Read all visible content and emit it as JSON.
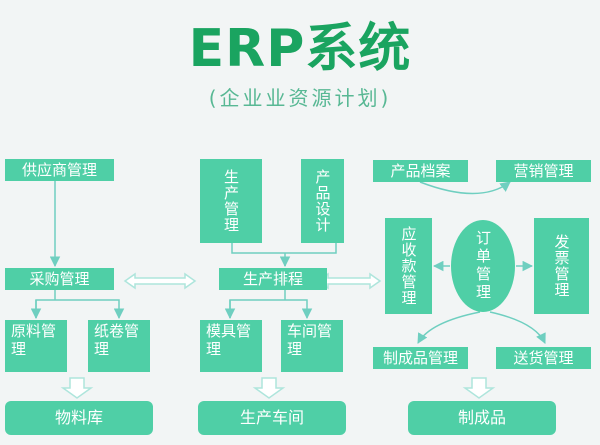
{
  "header": {
    "title": "ERP系统",
    "subtitle": "(企业业资源计划)"
  },
  "nodes": {
    "supplier_mgmt": "供应商管理",
    "purchase_mgmt": "采购管理",
    "raw_material_mgmt": "原料管理",
    "paper_roll_mgmt": "纸卷管理",
    "material_warehouse": "物料库",
    "production_mgmt": "生产管理",
    "product_design": "产品设计",
    "production_scheduling": "生产排程",
    "mold_mgmt": "模具管理",
    "workshop_mgmt": "车间管理",
    "production_workshop": "生产车间",
    "product_archive": "产品档案",
    "marketing_mgmt": "营销管理",
    "receivables_mgmt": "应收款管理",
    "order_mgmt": "订单管理",
    "invoice_mgmt": "发票管理",
    "finished_goods_mgmt": "制成品管理",
    "delivery_mgmt": "送货管理",
    "finished_goods": "制成品"
  },
  "colors": {
    "box": "#4fcfa6",
    "title": "#1aa460",
    "subtitle": "#58b894",
    "arrow": "#aee5dc",
    "line": "#6fcfc0",
    "background": "#f2f5f5"
  }
}
